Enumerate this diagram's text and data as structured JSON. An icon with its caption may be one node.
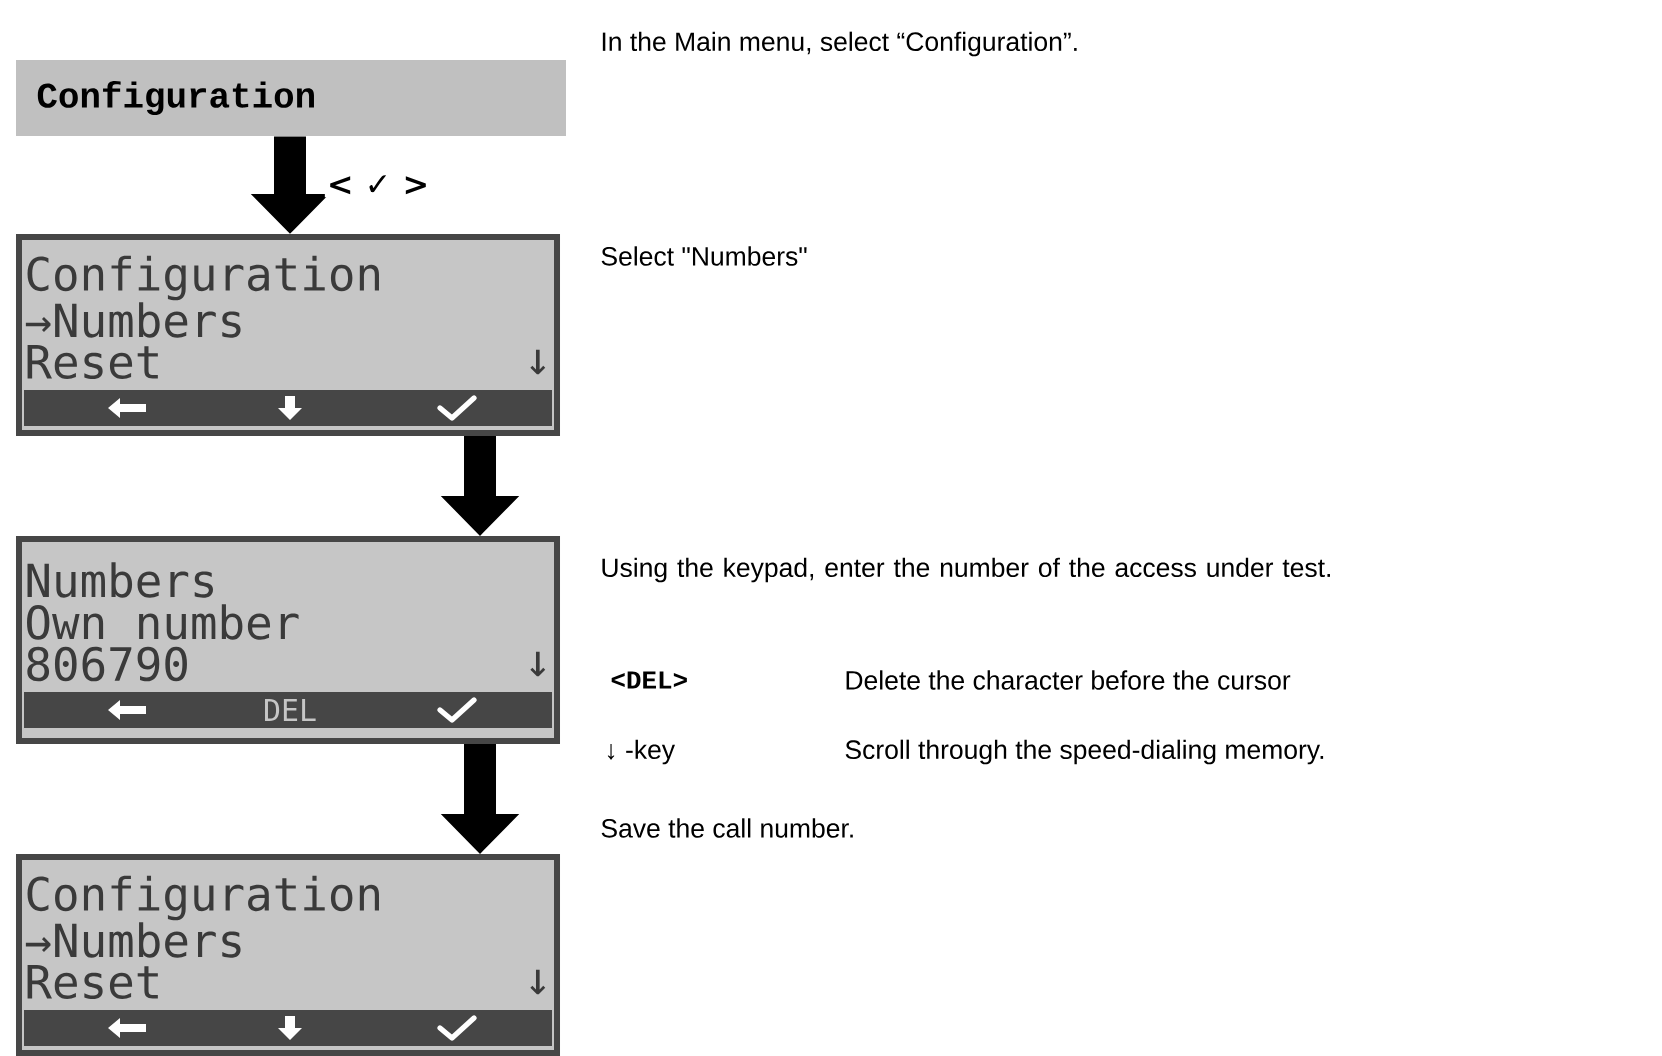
{
  "diagram": {
    "nodes": [
      {
        "text": [
          "Configuration"
        ]
      },
      {
        "text": [
          "Configuration",
          "→Numbers",
          "Reset",
          "↓"
        ]
      },
      {
        "text": [
          "Numbers",
          "Own number",
          "806790",
          "↓",
          "DEL"
        ]
      },
      {
        "text": [
          "Configuration",
          "→Numbers",
          "Reset",
          "↓"
        ]
      }
    ],
    "edges": [
      {
        "from": 0,
        "to": 1,
        "arrow": "to",
        "label": "< ✓ >"
      },
      {
        "from": 1,
        "to": 2,
        "arrow": "to"
      },
      {
        "from": 2,
        "to": 3,
        "arrow": "to"
      }
    ],
    "labels": [
      "In the Main menu, select “Configuration”.",
      "Select  \"Numbers\"",
      "Using the keypad, enter the number of the access under test.",
      "<DEL>",
      "Delete the character before the cursor",
      "↓ -key",
      "Scroll through the speed-dialing memory.",
      "Save the call number."
    ]
  }
}
